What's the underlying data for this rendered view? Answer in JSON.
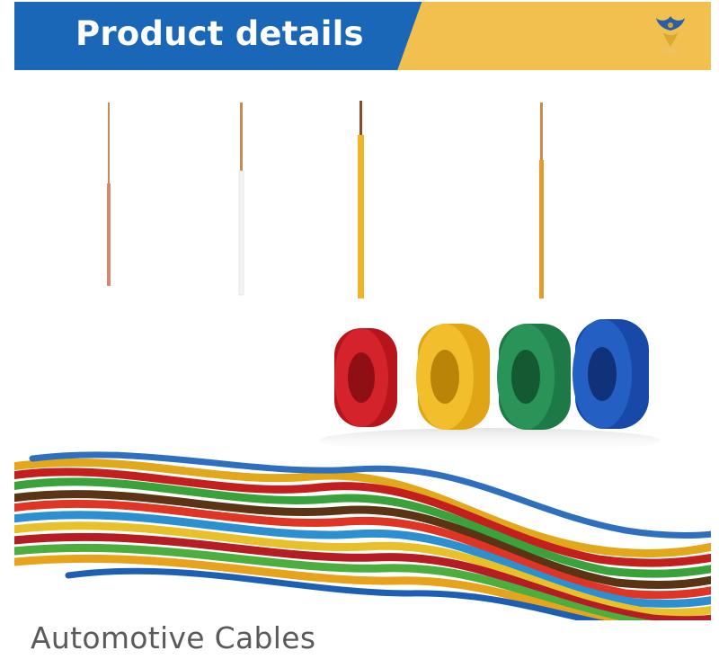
{
  "header": {
    "title": "Product details",
    "colors": {
      "left_panel": "#1a67b7",
      "right_panel": "#f2c04e"
    }
  },
  "logo": {
    "icon": "phoenix-emblem-icon"
  },
  "photo": {
    "single_wires": [
      "red",
      "white",
      "yellow",
      "orange"
    ],
    "spools": [
      "red",
      "yellow",
      "green",
      "blue"
    ]
  },
  "caption": "Automotive Cables"
}
